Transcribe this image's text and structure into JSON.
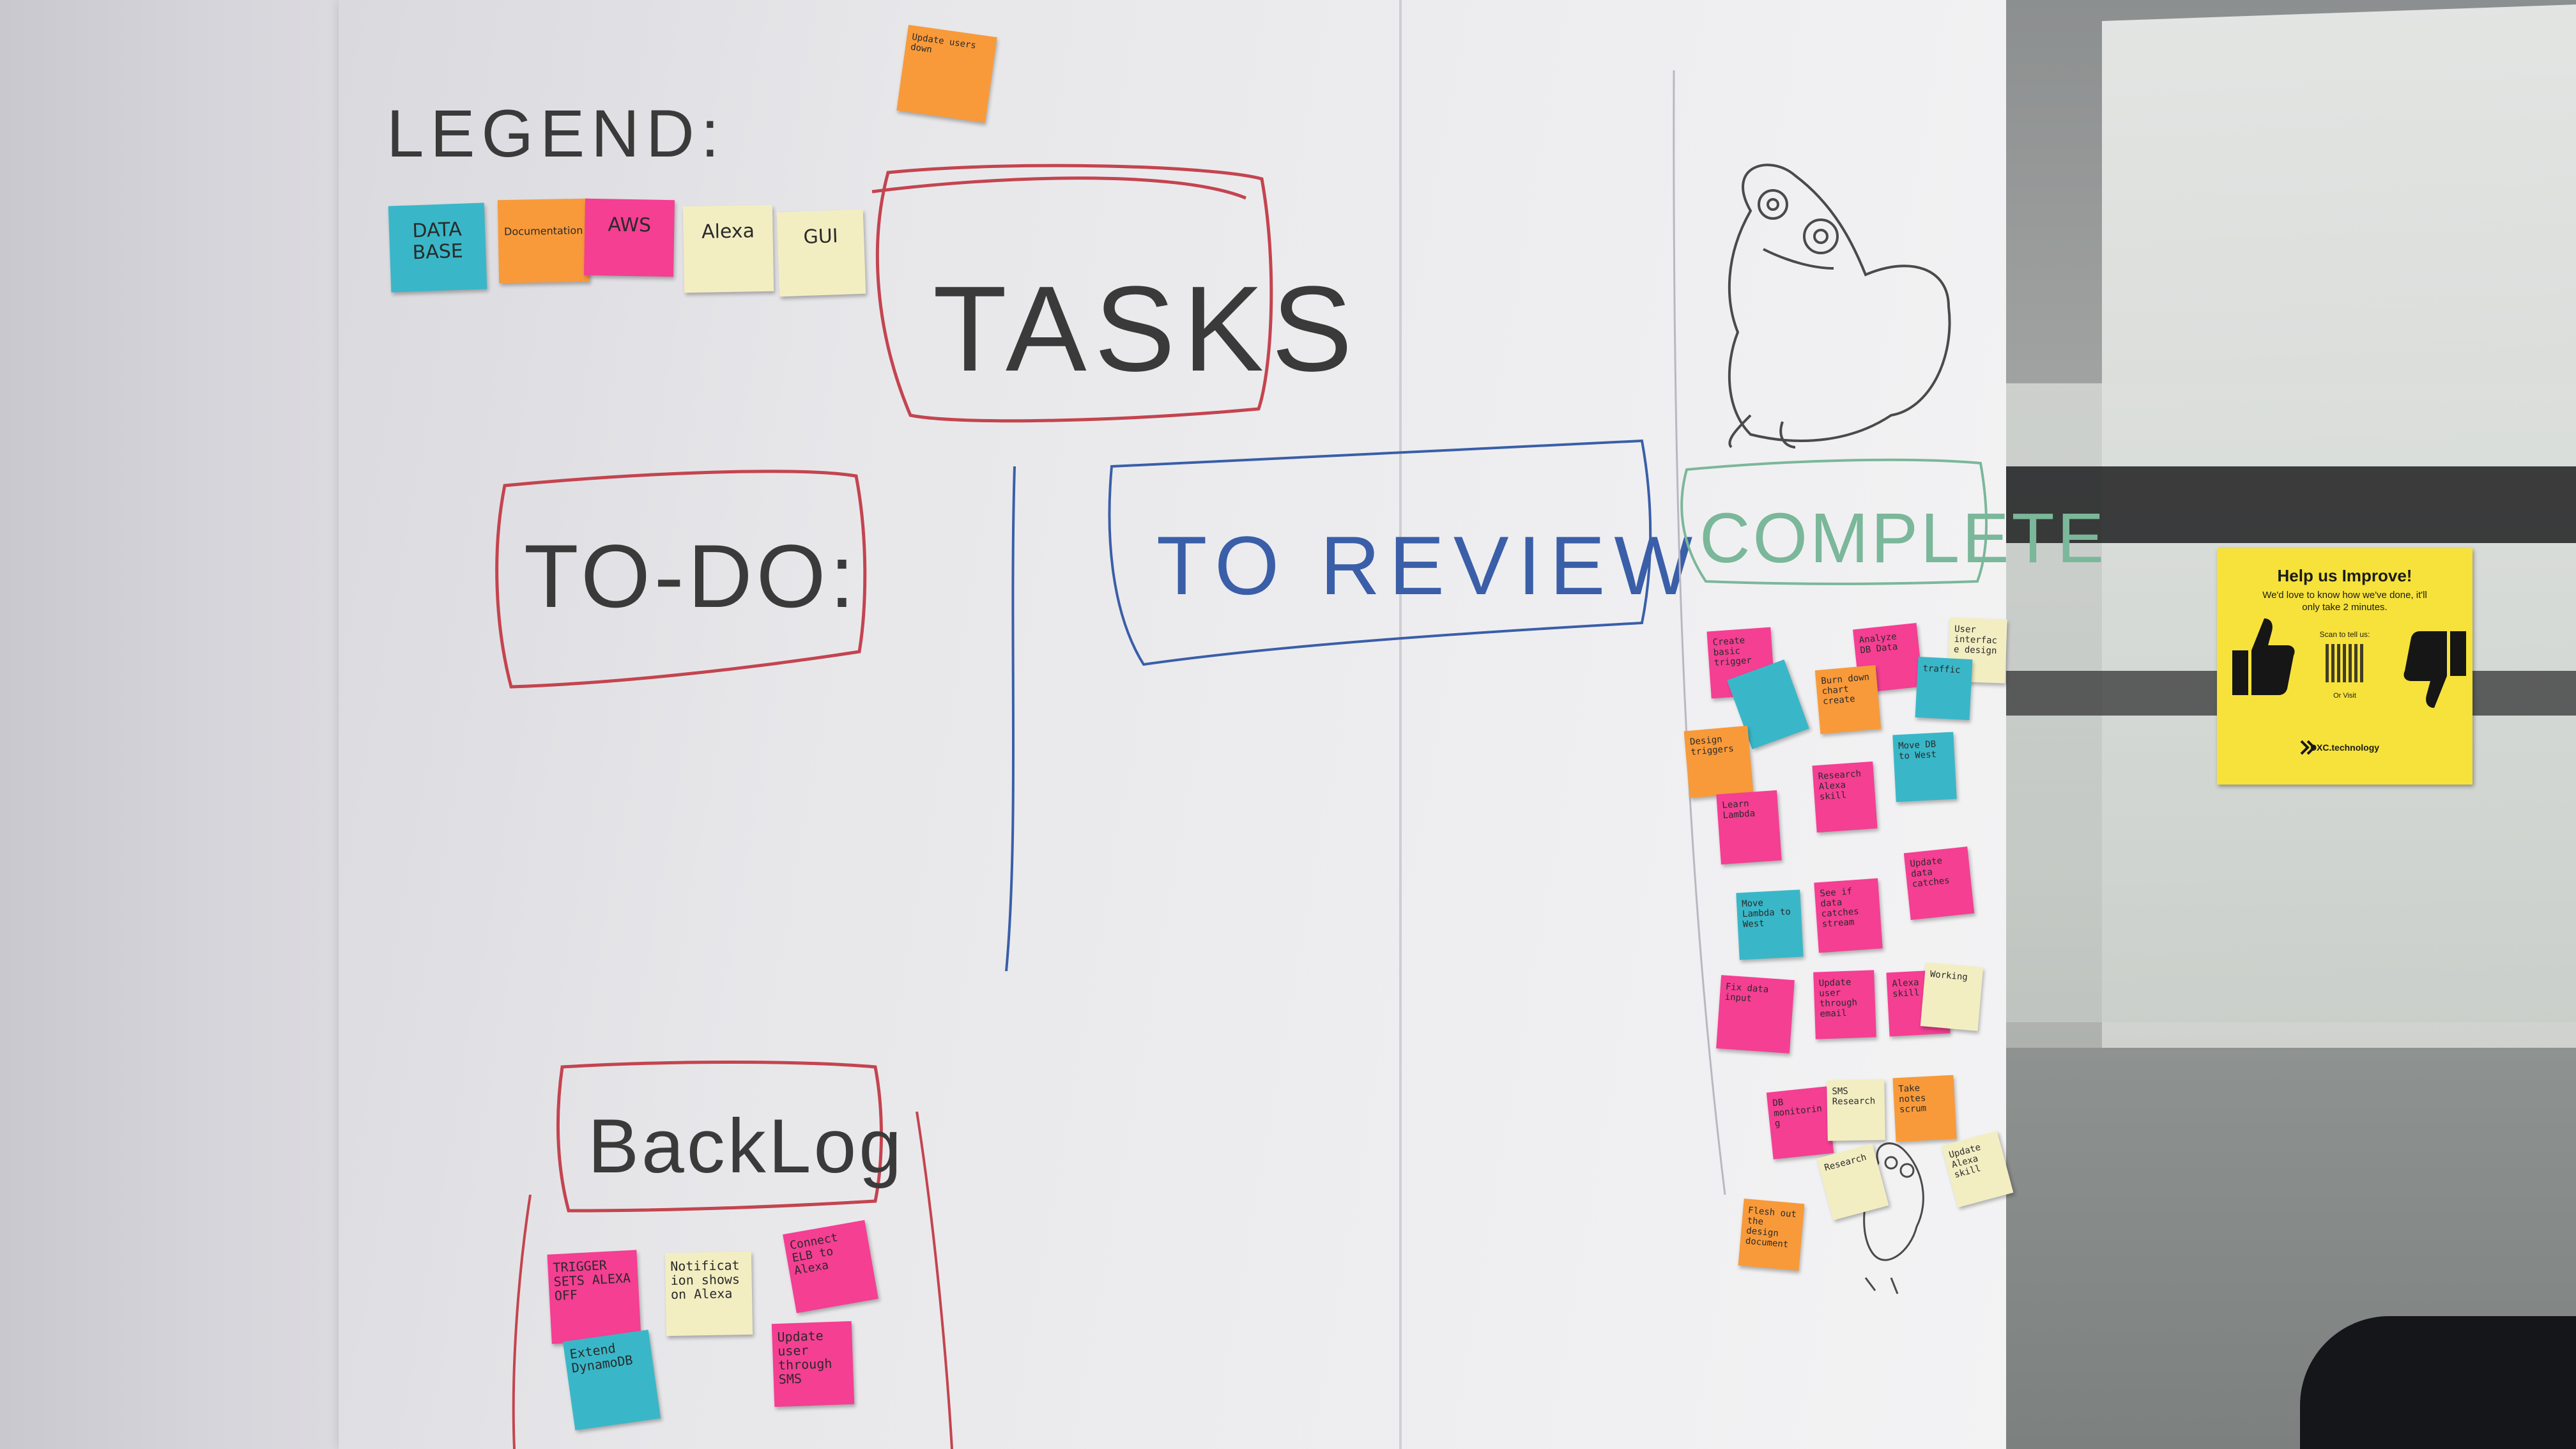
{
  "colors": {
    "teal": "#39b7c8",
    "orange": "#f89a3a",
    "pink": "#f43f93",
    "cream": "#f3eec2",
    "poster_yellow": "#f6e23a",
    "marker_black": "#3a3a3a",
    "marker_red": "#c4444f",
    "marker_blue": "#3a5ea8",
    "marker_green": "#7bb79a"
  },
  "whiteboard": {
    "legend_heading": "LEGEND:",
    "legend": [
      {
        "label": "DATA BASE",
        "color": "teal"
      },
      {
        "label": "Documentation",
        "color": "orange"
      },
      {
        "label": "AWS",
        "color": "pink"
      },
      {
        "label": "Alexa",
        "color": "cream"
      },
      {
        "label": "GUI",
        "color": "cream"
      }
    ],
    "top_note": "Update users down",
    "headers": {
      "tasks": "TASKS",
      "todo": "TO-DO:",
      "review": "TO REVIEW",
      "complete": "COMPLETE",
      "backlog": "BackLog"
    },
    "complete_notes": [
      {
        "text": "Create basic trigger",
        "color": "pink"
      },
      {
        "text": "Analyze DB Data",
        "color": "pink"
      },
      {
        "text": "User interface design",
        "color": "cream"
      },
      {
        "text": "Burn down chart create",
        "color": "orange"
      },
      {
        "text": "traffic",
        "color": "teal"
      },
      {
        "text": "",
        "color": "teal"
      },
      {
        "text": "Design triggers",
        "color": "orange"
      },
      {
        "text": "Research Alexa skill",
        "color": "pink"
      },
      {
        "text": "Move DB to West",
        "color": "teal"
      },
      {
        "text": "Learn Lambda",
        "color": "pink"
      },
      {
        "text": "Move Lambda to West",
        "color": "teal"
      },
      {
        "text": "See if data catches stream",
        "color": "pink"
      },
      {
        "text": "Update data catches",
        "color": "pink"
      },
      {
        "text": "Fix data input",
        "color": "pink"
      },
      {
        "text": "Update user through email",
        "color": "pink"
      },
      {
        "text": "Alexa skill",
        "color": "pink"
      },
      {
        "text": "Working",
        "color": "cream"
      },
      {
        "text": "DB monitoring",
        "color": "pink"
      },
      {
        "text": "SMS Research",
        "color": "cream"
      },
      {
        "text": "Take notes scrum",
        "color": "orange"
      },
      {
        "text": "Update Alexa skill",
        "color": "cream"
      },
      {
        "text": "Research",
        "color": "cream"
      },
      {
        "text": "Flesh out the design document",
        "color": "orange"
      }
    ],
    "backlog_notes": [
      {
        "text": "TRIGGER SETS ALEXA OFF",
        "color": "pink"
      },
      {
        "text": "Notification shows on Alexa",
        "color": "cream"
      },
      {
        "text": "Connect ELB to Alexa",
        "color": "pink"
      },
      {
        "text": "Extend DynamoDB",
        "color": "teal"
      },
      {
        "text": "Update user through SMS",
        "color": "pink"
      }
    ]
  },
  "poster": {
    "title": "Help us Improve!",
    "subtitle": "We'd love to know how we've done, it'll only take 2 minutes.",
    "scan_text": "Scan to tell us:",
    "visit_text": "Or Visit",
    "brand": "DXC.technology"
  }
}
